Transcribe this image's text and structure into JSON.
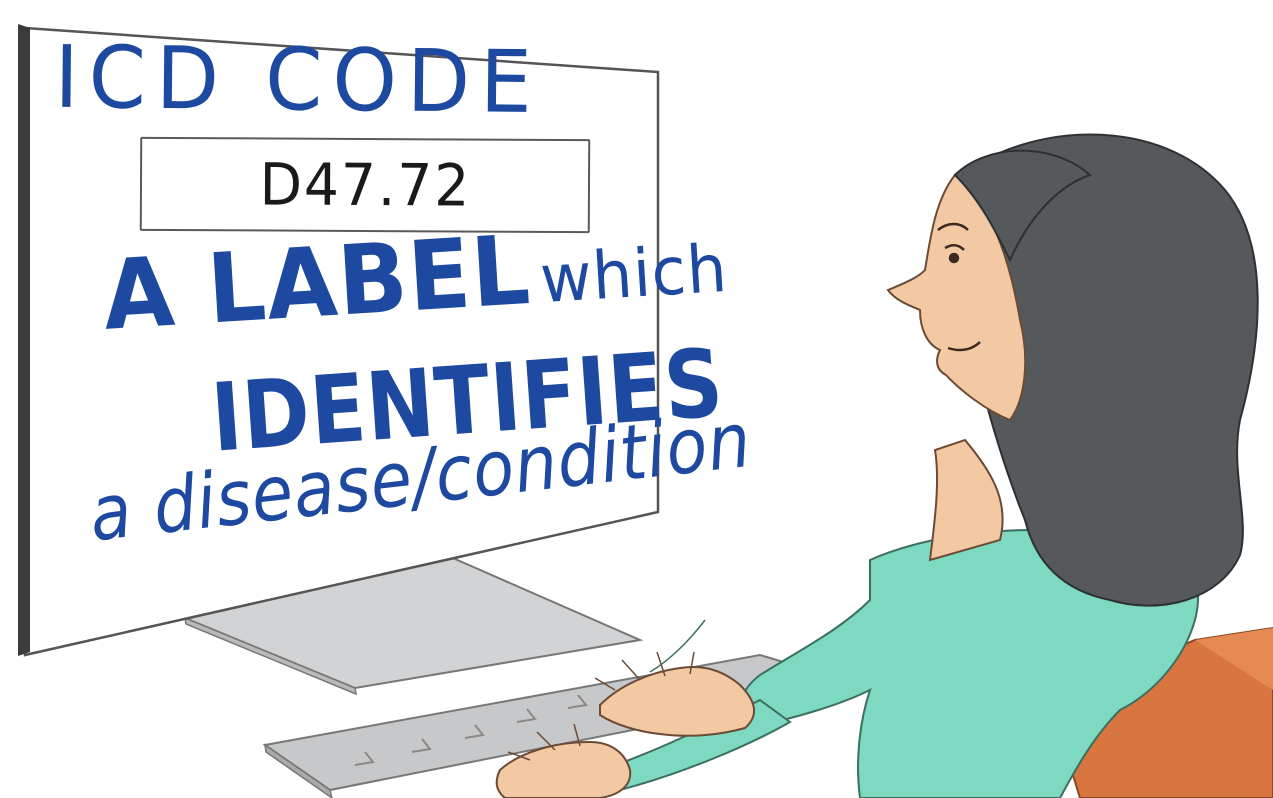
{
  "screen": {
    "title": "ICD CODE",
    "code": "D47.72",
    "line1_big": "A LABEL",
    "line1_small": "which",
    "line2": "IDENTIFIES",
    "line3": "a disease/condition"
  },
  "colors": {
    "ink_blue": "#1d4aa0",
    "shirt": "#7dd9bf",
    "skin": "#f2c9a3",
    "hair": "#55595c",
    "chair": "#d9763f",
    "keyboard": "#c9cacb",
    "stand": "#cfd0d1"
  }
}
